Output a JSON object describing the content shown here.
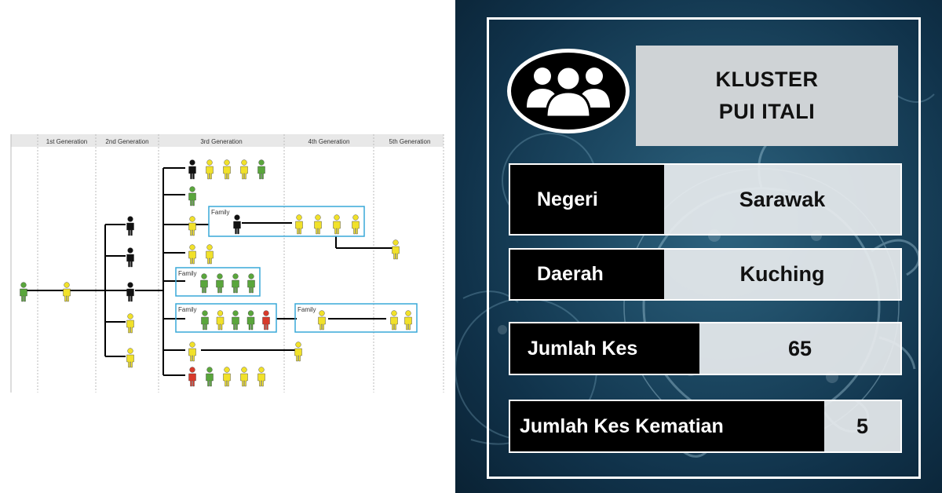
{
  "tree": {
    "headers": [
      "1st Generation",
      "2nd Generation",
      "3rd Generation",
      "4th Generation",
      "5th Generation"
    ],
    "family_label": "Family",
    "colors": {
      "green": "#5aa63c",
      "yellow": "#f1e12a",
      "black": "#111111",
      "red": "#d83a2b",
      "box": "#38a9d8"
    },
    "rows": [
      [
        "black",
        "yellow",
        "yellow",
        "yellow",
        "green"
      ],
      [
        "green"
      ],
      [
        "yellow"
      ],
      [
        "yellow",
        "yellow"
      ],
      [],
      [],
      [
        "yellow"
      ],
      [
        "red",
        "green",
        "yellow",
        "yellow",
        "yellow"
      ]
    ],
    "second_gen": [
      "black",
      "black",
      "black",
      "yellow",
      "yellow"
    ],
    "family_a": [
      "black",
      "yellow",
      "yellow",
      "yellow",
      "yellow"
    ],
    "family_b": [
      "green",
      "green",
      "green",
      "green"
    ],
    "family_c": [
      "green",
      "yellow",
      "green",
      "green",
      "red"
    ],
    "family_d": [
      "yellow",
      "yellow",
      "yellow"
    ]
  },
  "card": {
    "title_line1": "KLUSTER",
    "title_line2": "PUI ITALI",
    "logo_icon": "group-people-icon",
    "fields": [
      {
        "label": "Negeri",
        "value": "Sarawak"
      },
      {
        "label": "Daerah",
        "value": "Kuching"
      },
      {
        "label": "Jumlah Kes",
        "value": "65"
      },
      {
        "label": "Jumlah Kes Kematian",
        "value": "5"
      }
    ]
  }
}
